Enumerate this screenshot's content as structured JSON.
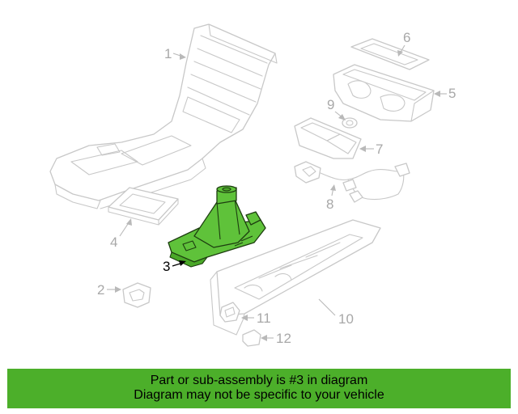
{
  "diagram": {
    "callouts": [
      "1",
      "2",
      "3",
      "4",
      "5",
      "6",
      "7",
      "8",
      "9",
      "10",
      "11",
      "12"
    ],
    "highlight_color": "#5fc23a"
  },
  "banner": {
    "line1": "Part or sub-assembly is #3 in diagram",
    "line2": "Diagram may not be specific to your vehicle",
    "background": "#4caf2a"
  }
}
